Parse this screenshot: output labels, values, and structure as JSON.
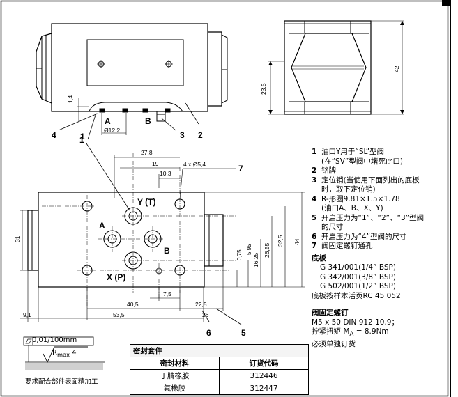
{
  "callouts": {
    "top": [
      "4",
      "1",
      "2",
      "3"
    ],
    "bottom": [
      "1",
      "7",
      "6",
      "5"
    ]
  },
  "ports": {
    "a": "A",
    "b": "B",
    "y": "Y (T)",
    "x": "X (P)"
  },
  "top_view": {
    "port_a": "A",
    "port_b": "B",
    "bore": "Ø12,2",
    "height_14": "1,4"
  },
  "side_view": {
    "dim_23_5": "23,5",
    "dim_42": "42"
  },
  "dimensions": {
    "d27_8": "27,8",
    "d19": "19",
    "d10_3": "10,3",
    "holes": "4 x Ø5,4",
    "d31": "31",
    "d44": "44",
    "d32_5": "32,5",
    "d26_55": "26,55",
    "d16_25": "16,25",
    "d5_95": "5,95",
    "d0_75": "0,75",
    "d7_5": "7,5",
    "d40_5": "40,5",
    "d53_5": "53,5",
    "d22_5": "22,5",
    "d26": "26",
    "d9_1": "9,1"
  },
  "legend": [
    {
      "num": "1",
      "lines": [
        "油口Y用于“SL”型阀",
        "(在“SV”型阀中堵死此口)"
      ]
    },
    {
      "num": "2",
      "lines": [
        "铭牌"
      ]
    },
    {
      "num": "3",
      "lines": [
        "定位销(当使用下面列出的底板",
        "时，取下定位销)"
      ]
    },
    {
      "num": "4",
      "lines": [
        "R-形圈9.81×1.5×1.78",
        "(油口A、B、X、Y)"
      ]
    },
    {
      "num": "5",
      "lines": [
        "开启压力为“1”、“2”、“3”型阀",
        "的尺寸"
      ]
    },
    {
      "num": "6",
      "lines": [
        "开启压力为“4”型阀的尺寸"
      ]
    },
    {
      "num": "7",
      "lines": [
        "阀固定螺钉通孔"
      ]
    }
  ],
  "base_plate": {
    "title": "底板",
    "items": [
      "G 341/001(1/4” BSP)",
      "G 342/001(3/8” BSP)",
      "G 502/001(1/2” BSP)"
    ],
    "note": "底板按样本活页RC 45 052"
  },
  "screws": {
    "title": "阀固定螺钉",
    "spec": "M5 x 50 DIN 912    10.9；",
    "torque_label": "拧紧扭矩 M",
    "torque_sub": "A",
    "torque_value": " = 8.9Nm",
    "note": "必须单独订货"
  },
  "surface": {
    "flatness": "0,01/100mm",
    "rmax": "R",
    "rmax_sub": "max",
    "rmax_value": " 4",
    "note": "要求配合部件表面精加工"
  },
  "seal_kit": {
    "caption": "密封套件",
    "headers": [
      "密封材料",
      "订货代码"
    ],
    "rows": [
      [
        "丁腈橡胶",
        "312446"
      ],
      [
        "氟橡胶",
        "312447"
      ]
    ]
  }
}
